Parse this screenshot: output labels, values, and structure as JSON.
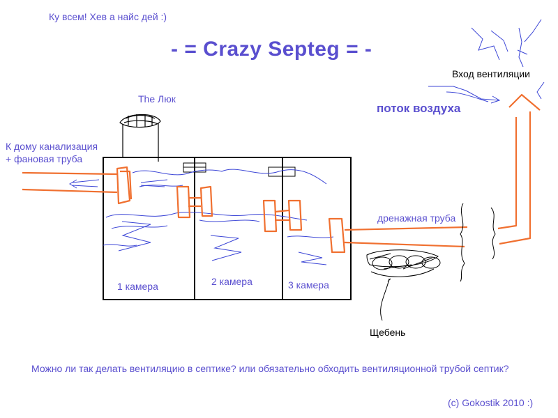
{
  "greeting": "Ку всем! Хев а найс дей :)",
  "title": "- = Crazy Septeg = -",
  "hatch_label": "The Люк",
  "inlet_label_line1": "К дому канализация",
  "inlet_label_line2": "+ фановая труба",
  "chamber1_label": "1 камера",
  "chamber2_label": "2 камера",
  "chamber3_label": "3 камера",
  "ventilation_inlet_label": "Вход вентиляции",
  "airflow_label": "поток воздуха",
  "drain_pipe_label": "дренажная труба",
  "gravel_label": "Щебень",
  "question": "Можно ли так делать вентиляцию в септике? или обязательно обходить вентиляционной трубой септик?",
  "copyright": "(c) Gokostik 2010 :)",
  "colors": {
    "text_blue": "#5a4fcf",
    "pipe_orange": "#f07030",
    "air_blue": "#3c46d6",
    "outline": "#000000"
  }
}
